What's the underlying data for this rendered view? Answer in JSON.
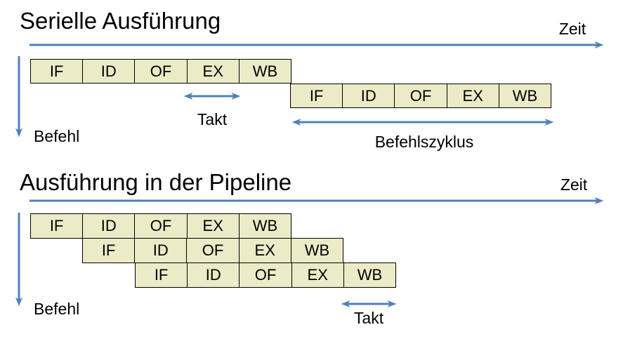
{
  "colors": {
    "arrow": "#4F81BD",
    "box_fill": "#EBEBC8",
    "box_border": "#000000",
    "text": "#000000",
    "background": "#FFFFFF"
  },
  "stages": [
    "IF",
    "ID",
    "OF",
    "EX",
    "WB"
  ],
  "serial": {
    "title": "Serielle Ausführung",
    "zeit_label": "Zeit",
    "befehl_label": "Befehl",
    "takt_label": "Takt",
    "befehlszyklus_label": "Befehlszyklus"
  },
  "pipeline": {
    "title": "Ausführung in der Pipeline",
    "zeit_label": "Zeit",
    "befehl_label": "Befehl",
    "takt_label": "Takt"
  }
}
